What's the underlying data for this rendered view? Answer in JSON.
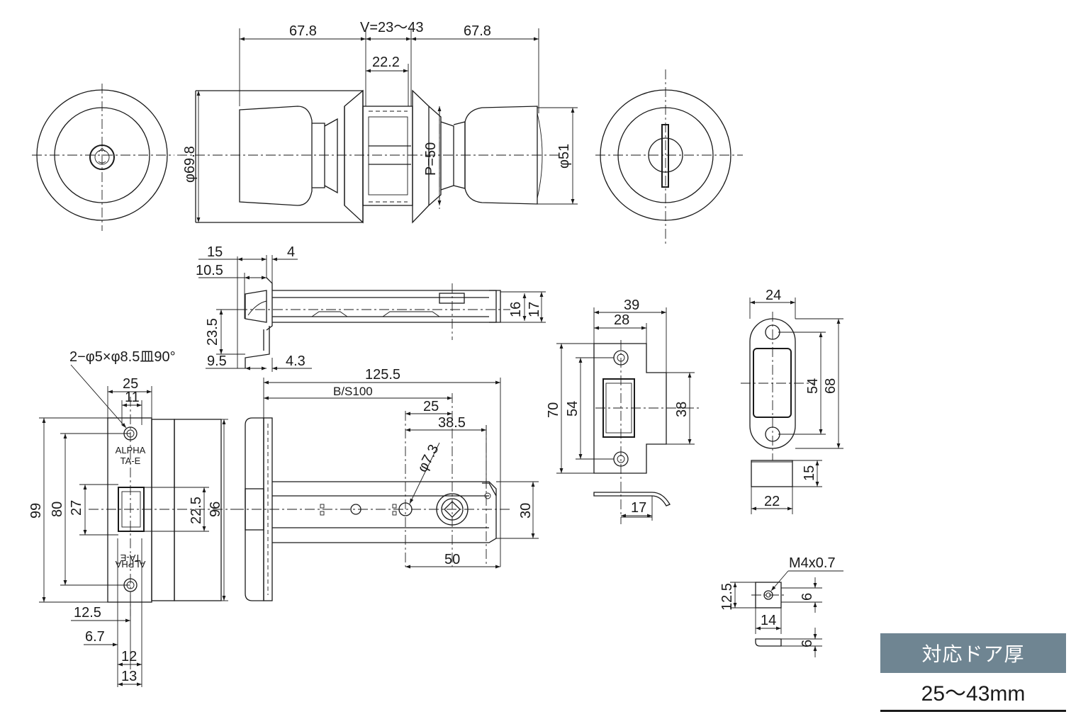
{
  "knob_set": {
    "dims": {
      "projection_left": "67.8",
      "door_range": "V=23〜43",
      "projection_right": "67.8",
      "spindle_width": "22.2",
      "rose_diameter": "φ69.8",
      "knob_diameter": "φ51",
      "pitch": "P=50"
    }
  },
  "latch_top_view": {
    "dims": {
      "d15": "15",
      "d4": "4",
      "d10_5": "10.5",
      "d23_5": "23.5",
      "d9_5": "9.5",
      "d4_3": "4.3",
      "d16": "16",
      "d17": "17"
    }
  },
  "faceplate": {
    "screw_note": "2−φ5×φ8.5皿90°",
    "stamp_line1": "ALPHA",
    "stamp_line2": "TA-E",
    "dims": {
      "d25": "25",
      "d11": "11",
      "d99": "99",
      "d80": "80",
      "d27": "27",
      "d22_5": "22.5",
      "d96": "96",
      "d12_5": "12.5",
      "d6_7": "6.7",
      "d12": "12",
      "d13": "13"
    }
  },
  "latch_side_view": {
    "dims": {
      "d125_5": "125.5",
      "backset": "B/S100",
      "d25": "25",
      "d38_5": "38.5",
      "hole": "φ7.3",
      "d30": "30",
      "d50": "50"
    }
  },
  "strike_plate": {
    "dims": {
      "d39": "39",
      "d28": "28",
      "d70": "70",
      "d54": "54",
      "d38": "38",
      "d17": "17"
    }
  },
  "strike_box": {
    "dims": {
      "d24": "24",
      "d54": "54",
      "d68": "68",
      "d15": "15",
      "d22": "22"
    }
  },
  "screw_detail": {
    "thread": "M4x0.7",
    "dims": {
      "d12_5": "12.5",
      "d6a": "6",
      "d14": "14",
      "d6b": "6"
    }
  },
  "door_thickness": {
    "heading": "対応ドア厚",
    "value": "25〜43mm"
  }
}
